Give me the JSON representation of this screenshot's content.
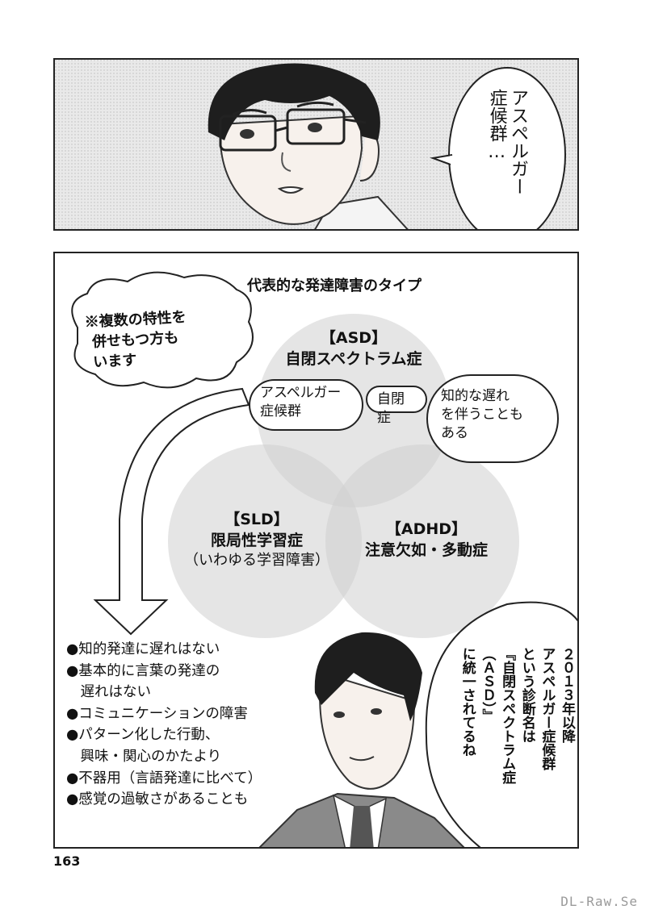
{
  "top_panel": {
    "speech": "アスペルガー症候群…"
  },
  "chart": {
    "title": "代表的な発達障害のタイプ",
    "asd": {
      "tag": "【ASD】",
      "name": "自閉スペクトラム症"
    },
    "sld": {
      "tag": "【SLD】",
      "name": "限局性学習症",
      "note": "（いわゆる学習障害）"
    },
    "adhd": {
      "tag": "【ADHD】",
      "name": "注意欠如・多動症"
    },
    "bubble_asperger_1": "アスペルガー",
    "bubble_asperger_2": "症候群",
    "bubble_autism": "自閉症",
    "bubble_intellectual_1": "知的な遅れ",
    "bubble_intellectual_2": "を伴うことも",
    "bubble_intellectual_3": "ある",
    "handwritten_1": "※複数の特性を",
    "handwritten_2": "併せもつ方も",
    "handwritten_3": "います"
  },
  "features": [
    "●知的発達に遅れはない",
    "●基本的に言葉の発達の",
    "　遅れはない",
    "●コミュニケーションの障害",
    "●パターン化した行動、",
    "　興味・関心のかたより",
    "●不器用（言語発達に比べて）",
    "●感覚の過敏さがあることも"
  ],
  "speech_bottom": [
    "２０１３年以降",
    "アスペルガー症候群",
    "という診断名は",
    "『自閉スペクトラム症",
    "（ＡＳＤ）』",
    "に統一されてるね"
  ],
  "page_number": "163",
  "watermark": "DL-Raw.Se"
}
